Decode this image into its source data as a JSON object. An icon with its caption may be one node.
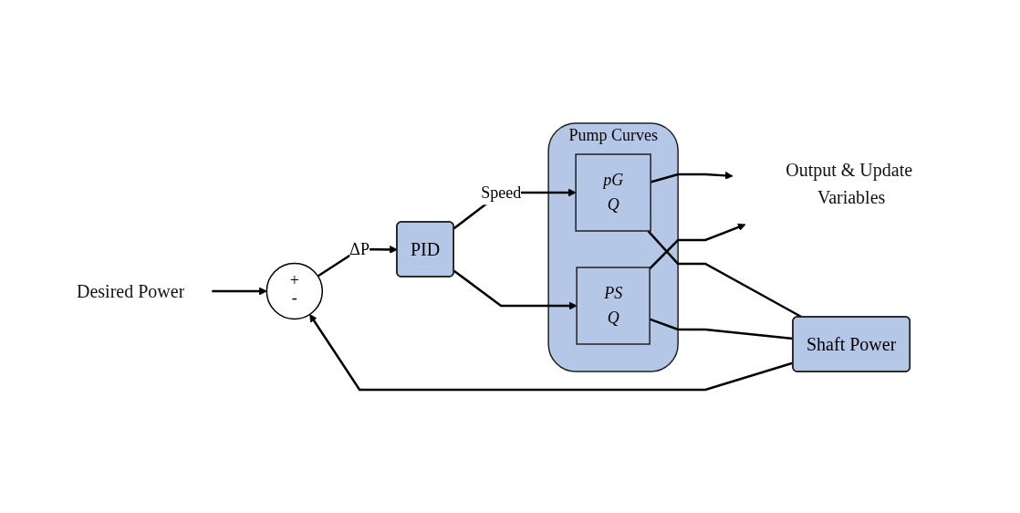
{
  "diagram": {
    "nodes": [
      {
        "text": [
          "Desired Power"
        ]
      },
      {
        "text": [
          "+",
          "-"
        ]
      },
      {
        "text": [
          "PID"
        ]
      },
      {
        "text": [
          "Pump Curves"
        ]
      },
      {
        "text": [
          "pG",
          "Q"
        ],
        "in": 3
      },
      {
        "text": [
          "PS",
          "Q"
        ],
        "in": 3
      },
      {
        "text": [
          "Output & Update Variables"
        ]
      },
      {
        "text": [
          "Shaft Power"
        ]
      }
    ],
    "edges": [
      {
        "from": 0,
        "to": 1,
        "arrow": "to"
      },
      {
        "from": 1,
        "to": 2,
        "arrow": "to",
        "label": "ΔP"
      },
      {
        "from": 2,
        "to": 4,
        "arrow": "to",
        "label": "Speed"
      },
      {
        "from": 2,
        "to": 5,
        "arrow": "to"
      },
      {
        "from": 4,
        "to": 6,
        "arrow": "to"
      },
      {
        "from": 5,
        "to": 6,
        "arrow": "to"
      },
      {
        "from": 4,
        "to": 7,
        "arrow": "none"
      },
      {
        "from": 5,
        "to": 7,
        "arrow": "none"
      },
      {
        "from": 7,
        "to": 1,
        "arrow": "to"
      }
    ]
  }
}
